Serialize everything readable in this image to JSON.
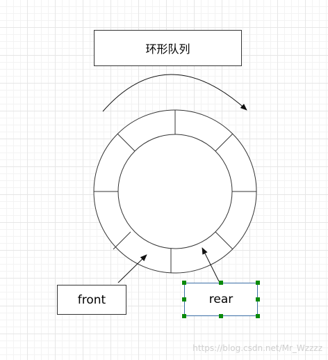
{
  "diagram": {
    "title": "环形队列",
    "front_label": "front",
    "rear_label": "rear"
  },
  "watermark": "https://blog.csdn.net/Mr_Wzzzz",
  "colors": {
    "stroke": "#333333",
    "selection_handle": "#0a8a0a",
    "selected_border": "#3a6ea5",
    "grid": "#e6e6e6"
  }
}
